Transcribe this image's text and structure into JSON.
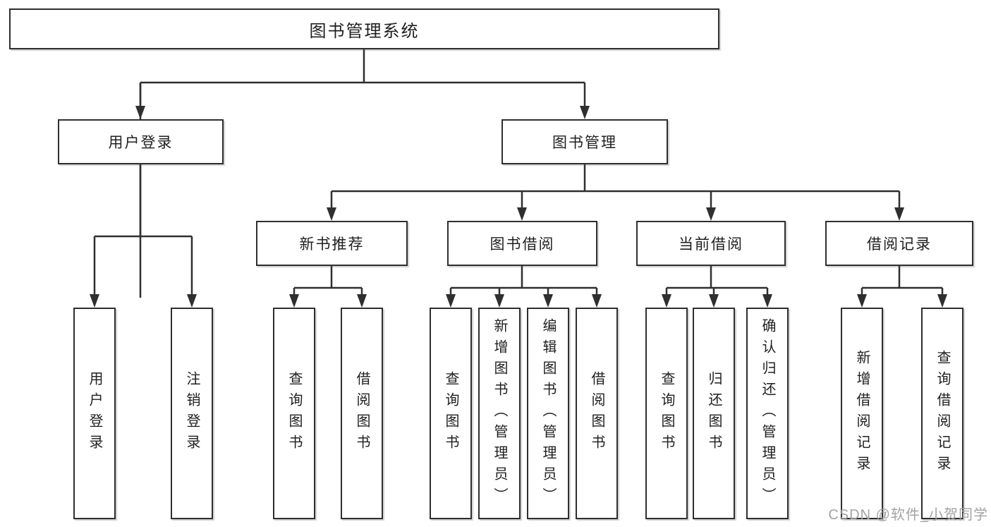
{
  "diagram": {
    "title": "图书管理系统",
    "root": {
      "label": "图书管理系统"
    },
    "level2": [
      {
        "label": "用户登录"
      },
      {
        "label": "图书管理"
      }
    ],
    "level3": [
      {
        "label": "新书推荐"
      },
      {
        "label": "图书借阅"
      },
      {
        "label": "当前借阅"
      },
      {
        "label": "借阅记录"
      }
    ],
    "leaves": [
      {
        "label": "用户登录",
        "parent": "用户登录"
      },
      {
        "label": "注销登录",
        "parent": "用户登录"
      },
      {
        "label": "查询图书",
        "parent": "新书推荐"
      },
      {
        "label": "借阅图书",
        "parent": "新书推荐"
      },
      {
        "label": "查询图书",
        "parent": "图书借阅"
      },
      {
        "label": "新增图书（管理员）",
        "parent": "图书借阅"
      },
      {
        "label": "编辑图书（管理员）",
        "parent": "图书借阅"
      },
      {
        "label": "借阅图书",
        "parent": "图书借阅"
      },
      {
        "label": "查询图书",
        "parent": "当前借阅"
      },
      {
        "label": "归还图书",
        "parent": "当前借阅"
      },
      {
        "label": "确认归还（管理员）",
        "parent": "当前借阅"
      },
      {
        "label": "新增借阅记录",
        "parent": "借阅记录"
      },
      {
        "label": "查询借阅记录",
        "parent": "借阅记录"
      }
    ]
  },
  "watermark": {
    "text": "CSDN @软件_小贺同学"
  },
  "colors": {
    "line": "#2f2f2f",
    "box_border": "#2f2f2f",
    "text": "#1f1f1f",
    "watermark": "#a3a3a3",
    "background": "#ffffff"
  }
}
